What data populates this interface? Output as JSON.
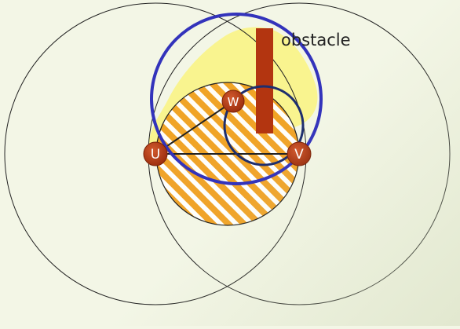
{
  "diagram": {
    "obstacle_label": "obstacle",
    "nodes": [
      {
        "id": "u",
        "label": "U"
      },
      {
        "id": "v",
        "label": "V"
      },
      {
        "id": "w",
        "label": "W"
      }
    ],
    "colors": {
      "background": "#f3f6e6",
      "range_circle": "#222222",
      "blue_circle": "#3333bb",
      "small_circle": "#1e2e6e",
      "node_fill": "#b03a15",
      "obstacle": "#b33510",
      "hatch_orange": "#f0a020",
      "highlight_yellow": "#f9f485"
    }
  }
}
